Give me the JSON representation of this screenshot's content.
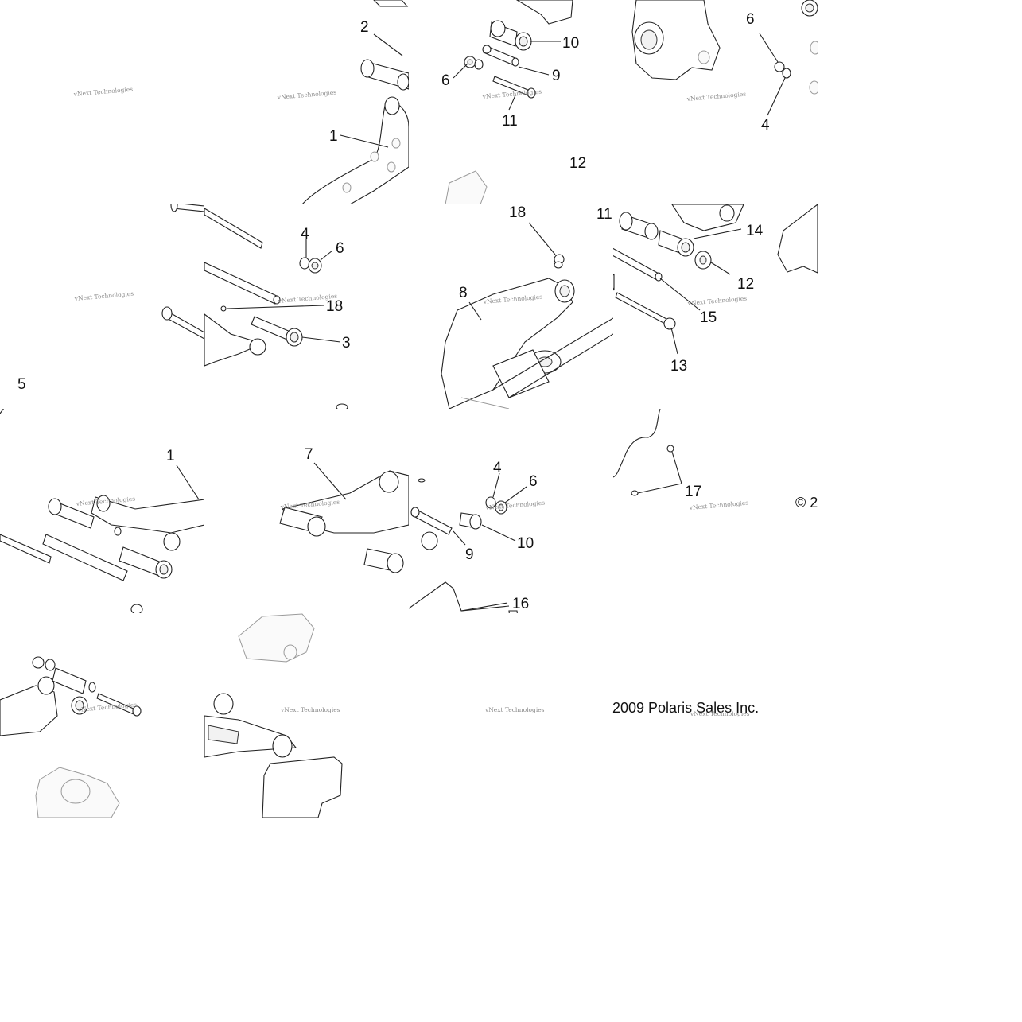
{
  "callouts": {
    "c_2": "2",
    "c_10a": "10",
    "c_9a": "9",
    "c_6a": "6",
    "c_11a": "11",
    "c_6b": "6",
    "c_4a": "4",
    "c_1a": "1",
    "c_12a": "12",
    "c_11b": "11",
    "c_14": "14",
    "c_12b": "12",
    "c_18a": "18",
    "c_4b": "4",
    "c_6c": "6",
    "c_18b": "18",
    "c_3": "3",
    "c_8": "8",
    "c_15": "15",
    "c_13": "13",
    "c_5": "5",
    "c_1b": "1",
    "c_7": "7",
    "c_4c": "4",
    "c_6d": "6",
    "c_10b": "10",
    "c_9b": "9",
    "c_17": "17",
    "c_16": "16"
  },
  "watermark": "vNext Technologies",
  "copyright_fragment": "© 2",
  "copyright_text": "2009 Polaris Sales Inc."
}
